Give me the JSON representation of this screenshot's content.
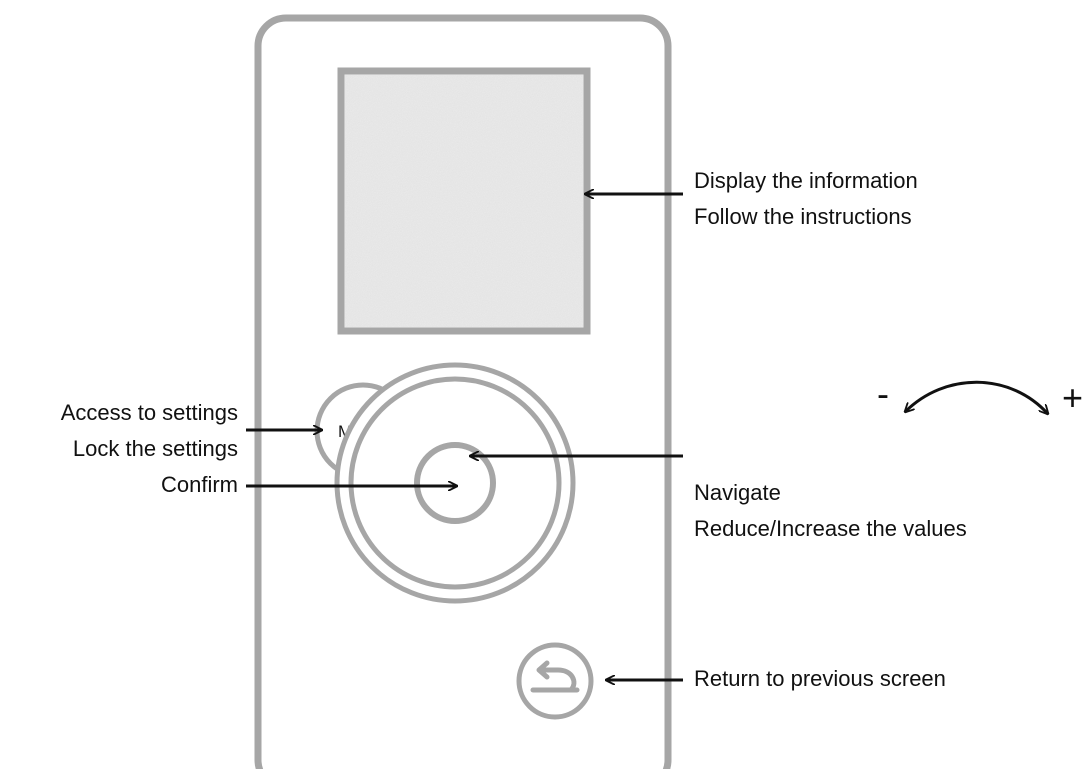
{
  "device": {
    "menu_button_label": "MENU",
    "colors": {
      "outline": "#a6a6a6",
      "screen_fill": "#ececec",
      "arrow": "#111111"
    },
    "icons": {
      "back_button": "return-arrow-icon"
    }
  },
  "annotations": {
    "screen": {
      "line1": "Display the information",
      "line2": "Follow the instructions"
    },
    "menu": {
      "line1": "Access to settings",
      "line2": "Lock the settings"
    },
    "wheel": {
      "line1": "Navigate",
      "line2": "Reduce/Increase the values",
      "minus": "-",
      "plus": "+"
    },
    "confirm": "Confirm",
    "back": "Return to previous screen"
  }
}
